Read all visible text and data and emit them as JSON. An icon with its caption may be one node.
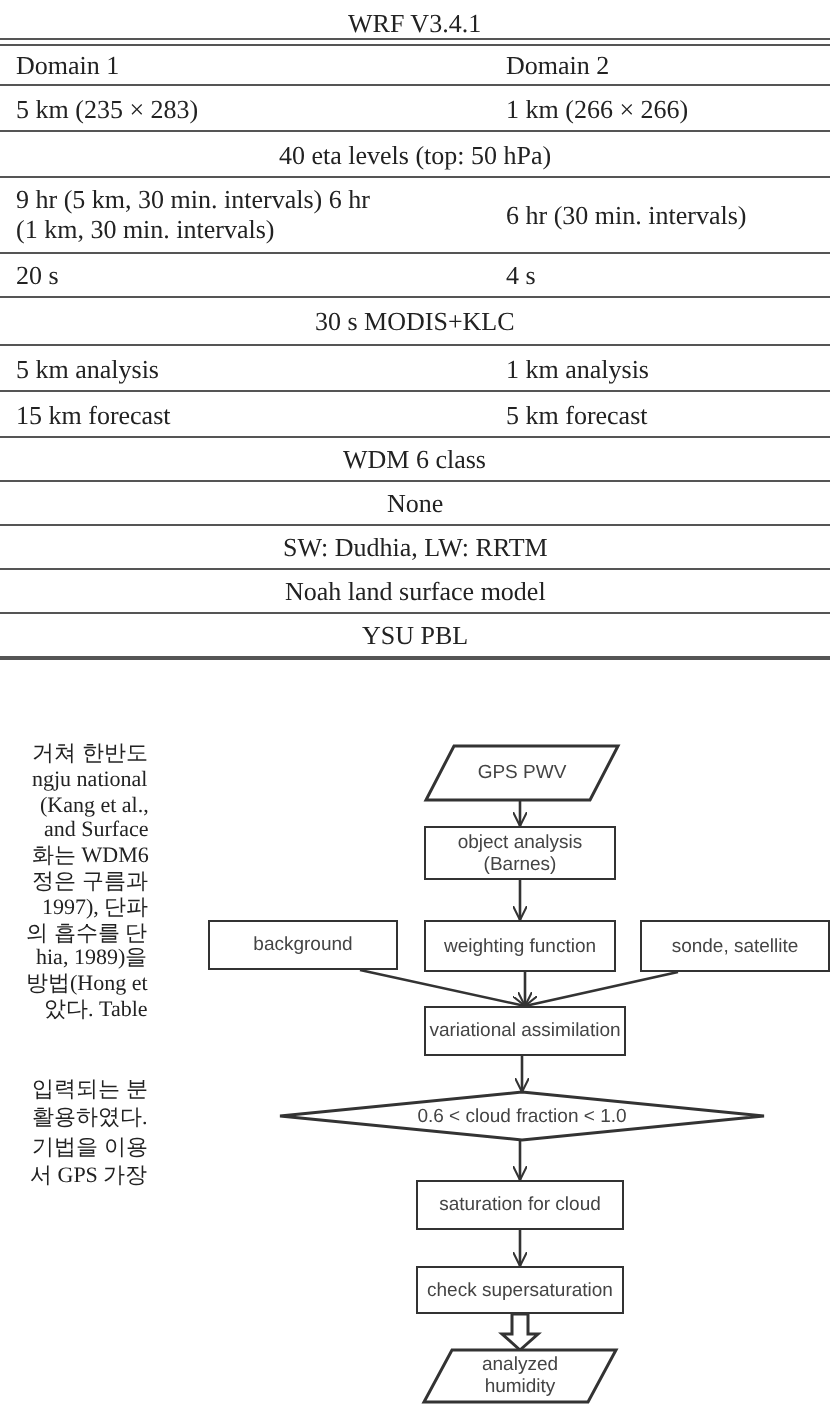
{
  "diagram": {
    "nodes": [
      {
        "text": [
          "GPS PWV"
        ]
      },
      {
        "text": [
          "object analysis (Barnes)"
        ]
      },
      {
        "text": [
          "background"
        ]
      },
      {
        "text": [
          "weighting function"
        ]
      },
      {
        "text": [
          "sonde, satellite"
        ]
      },
      {
        "text": [
          "variational assimilation"
        ]
      },
      {
        "text": [
          "0.6 < cloud fraction < 1.0"
        ]
      },
      {
        "text": [
          "saturation for cloud"
        ]
      },
      {
        "text": [
          "check supersaturation"
        ]
      },
      {
        "text": [
          "analyzed humidity"
        ]
      }
    ],
    "edges": [
      {
        "from": 0,
        "to": 1,
        "arrow": "to"
      },
      {
        "from": 1,
        "to": 3,
        "arrow": "to"
      },
      {
        "from": 2,
        "to": 5,
        "arrow": "to"
      },
      {
        "from": 3,
        "to": 5,
        "arrow": "to"
      },
      {
        "from": 4,
        "to": 5,
        "arrow": "to"
      },
      {
        "from": 5,
        "to": 6,
        "arrow": "to"
      },
      {
        "from": 6,
        "to": 7,
        "arrow": "to"
      },
      {
        "from": 7,
        "to": 8,
        "arrow": "to"
      },
      {
        "from": 8,
        "to": 9,
        "arrow": "to",
        "style": "thick"
      }
    ],
    "labels": [
      "WRF V3.4.1",
      "Domain 1",
      "Domain 2",
      "5 km (235 × 283)",
      "1 km (266 × 266)",
      "40 eta levels (top: 50 hPa)",
      "9 hr (5 km, 30 min. intervals) 6 hr (1 km, 30 min. intervals)",
      "6 hr (30 min. intervals)",
      "20 s",
      "4 s",
      "30 s MODIS+KLC",
      "5 km analysis",
      "1 km analysis",
      "15 km forecast",
      "5 km forecast",
      "WDM 6 class",
      "None",
      "SW: Dudhia, LW: RRTM",
      "Noah land surface model",
      "YSU PBL",
      "거쳐 한반도",
      "ngju national",
      "(Kang et al.,",
      "and Surface",
      "화는 WDM6",
      "정은 구름과",
      "1997), 단파",
      "의 흡수를 단",
      "hia, 1989)을",
      "방법(Hong et",
      "았다. Table",
      "입력되는 분",
      "활용하였다.",
      "기법을 이용",
      "서 GPS 가장"
    ]
  }
}
